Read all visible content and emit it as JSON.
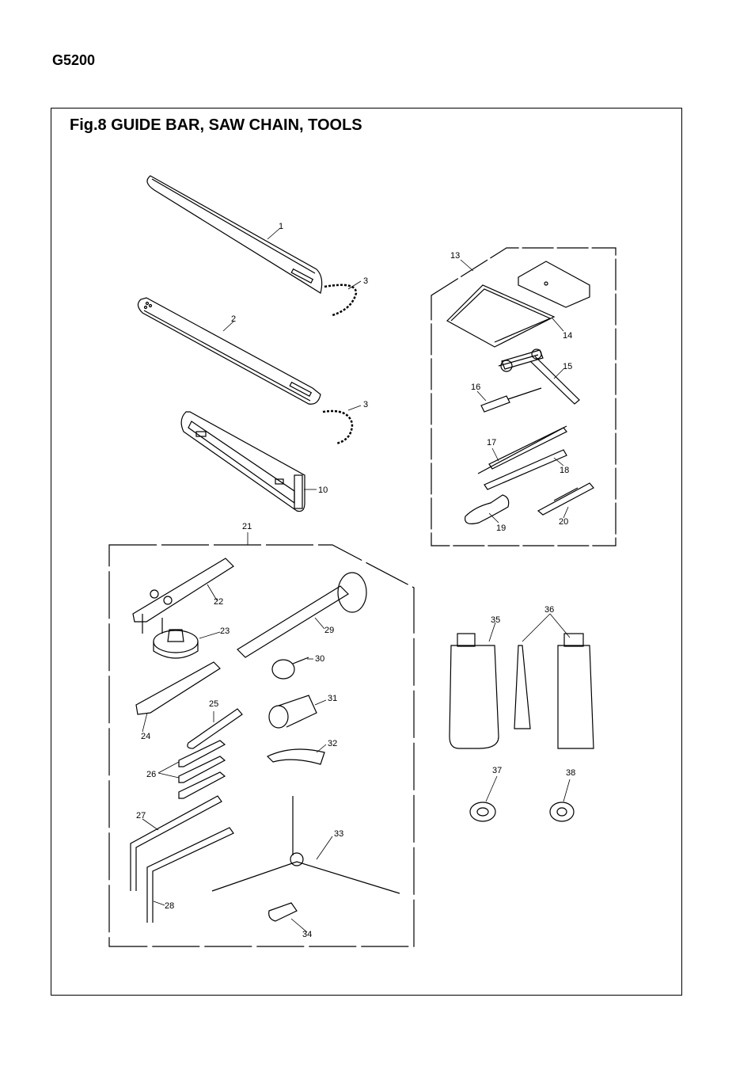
{
  "header": {
    "model": "G5200"
  },
  "figure": {
    "title": "Fig.8 GUIDE BAR, SAW CHAIN, TOOLS"
  },
  "callouts": {
    "c1": "1",
    "c2": "2",
    "c3a": "3",
    "c3b": "3",
    "c10": "10",
    "c13": "13",
    "c14": "14",
    "c15": "15",
    "c16": "16",
    "c17": "17",
    "c18": "18",
    "c19": "19",
    "c20": "20",
    "c21": "21",
    "c22": "22",
    "c23": "23",
    "c24": "24",
    "c25": "25",
    "c26": "26",
    "c27": "27",
    "c28": "28",
    "c29": "29",
    "c30": "30",
    "c31": "31",
    "c32": "32",
    "c33": "33",
    "c34": "34",
    "c35": "35",
    "c36": "36",
    "c37": "37",
    "c38": "38"
  }
}
